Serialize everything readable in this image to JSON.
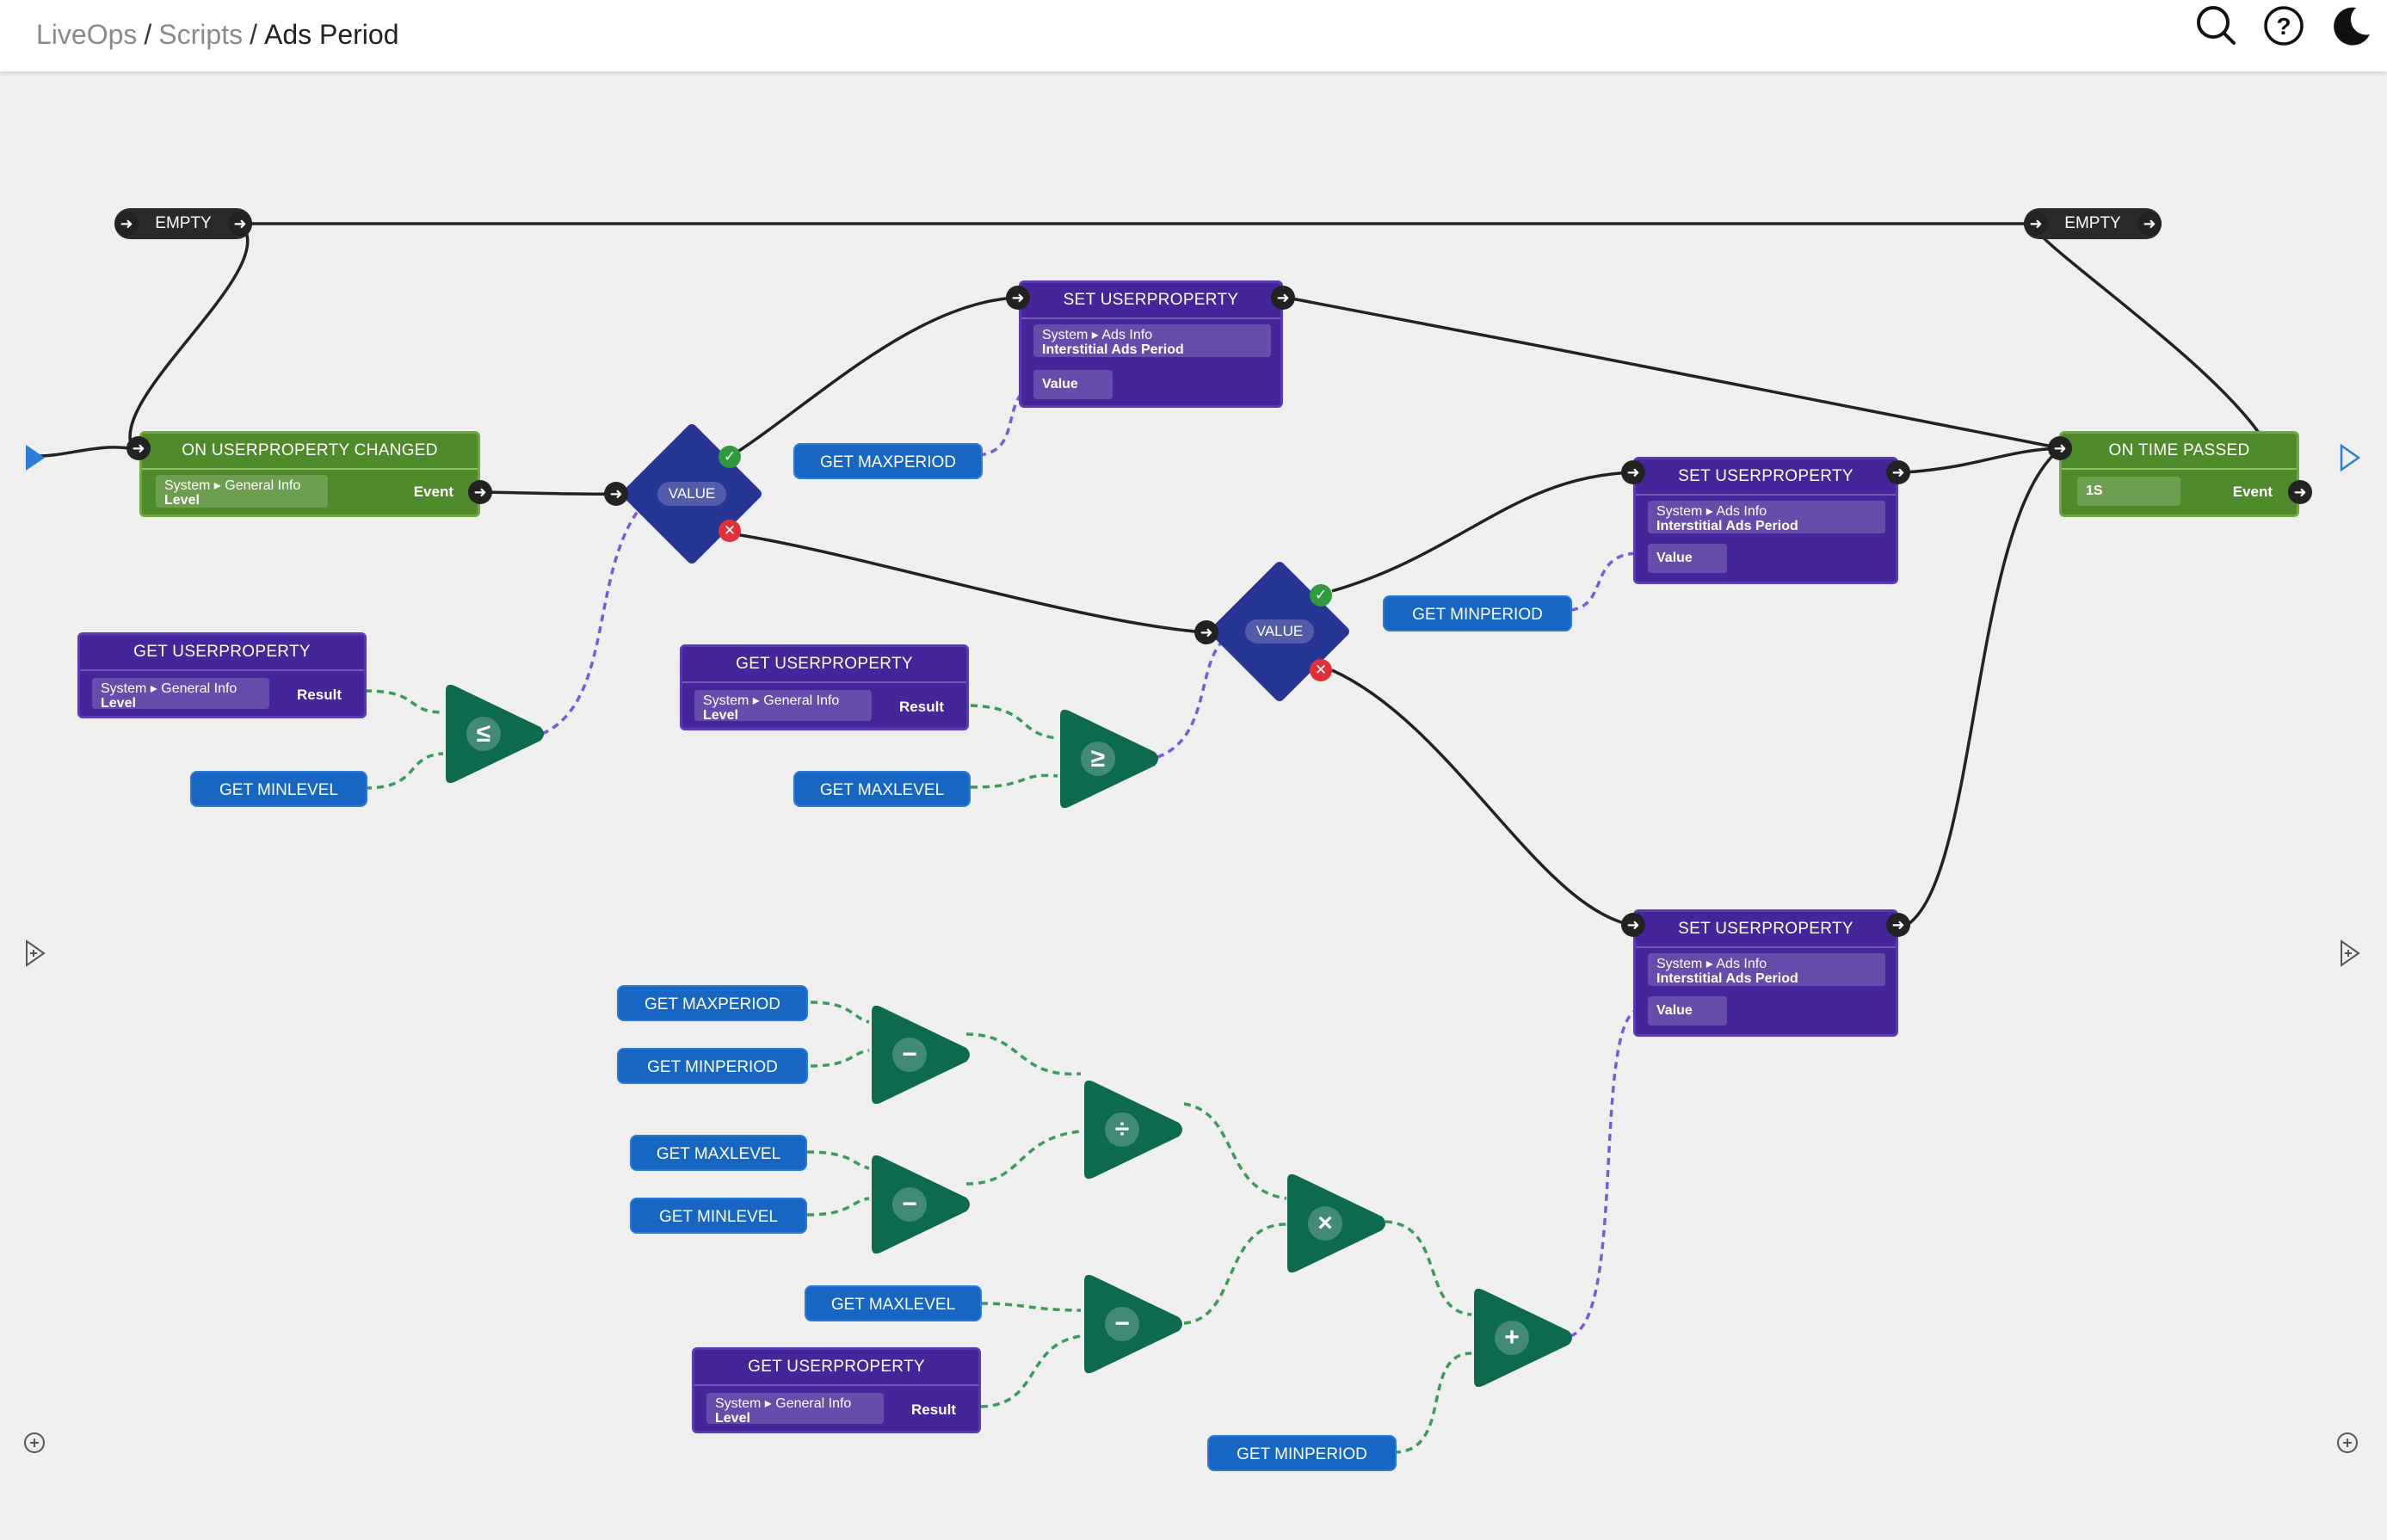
{
  "breadcrumb": {
    "root": "LiveOps",
    "section": "Scripts",
    "current": "Ads Period",
    "sep": "/"
  },
  "toolbar": {
    "icons": [
      "search-icon",
      "help-icon",
      "dark-mode-icon"
    ]
  },
  "nodes": {
    "empty_left": {
      "label": "EMPTY"
    },
    "empty_right": {
      "label": "EMPTY"
    },
    "on_userproperty_changed": {
      "title": "ON USERPROPERTY CHANGED",
      "path1": "System ▸ General Info",
      "path2": "Level",
      "port": "Event"
    },
    "value1": {
      "label": "VALUE"
    },
    "value2": {
      "label": "VALUE"
    },
    "set_userproperty_1": {
      "title": "SET USERPROPERTY",
      "path1": "System ▸ Ads Info",
      "path2": "Interstitial Ads Period",
      "value_label": "Value"
    },
    "set_userproperty_2": {
      "title": "SET USERPROPERTY",
      "path1": "System ▸ Ads Info",
      "path2": "Interstitial Ads Period",
      "value_label": "Value"
    },
    "set_userproperty_3": {
      "title": "SET USERPROPERTY",
      "path1": "System ▸ Ads Info",
      "path2": "Interstitial Ads Period",
      "value_label": "Value"
    },
    "on_time_passed": {
      "title": "ON TIME PASSED",
      "value": "1S",
      "port": "Event"
    },
    "get_userproperty_1": {
      "title": "GET USERPROPERTY",
      "path1": "System ▸ General Info",
      "path2": "Level",
      "port": "Result"
    },
    "get_userproperty_2": {
      "title": "GET USERPROPERTY",
      "path1": "System ▸ General Info",
      "path2": "Level",
      "port": "Result"
    },
    "get_userproperty_3": {
      "title": "GET USERPROPERTY",
      "path1": "System ▸ General Info",
      "path2": "Level",
      "port": "Result"
    },
    "get_maxperiod_1": {
      "label": "GET MAXPERIOD"
    },
    "get_maxperiod_2": {
      "label": "GET MAXPERIOD"
    },
    "get_minperiod_1": {
      "label": "GET MINPERIOD"
    },
    "get_minperiod_2": {
      "label": "GET MINPERIOD"
    },
    "get_minperiod_3": {
      "label": "GET MINPERIOD"
    },
    "get_minlevel_1": {
      "label": "GET MINLEVEL"
    },
    "get_minlevel_2": {
      "label": "GET MINLEVEL"
    },
    "get_maxlevel_1": {
      "label": "GET MAXLEVEL"
    },
    "get_maxlevel_2": {
      "label": "GET MAXLEVEL"
    },
    "get_maxlevel_3": {
      "label": "GET MAXLEVEL"
    }
  },
  "operators": {
    "lte": "≤",
    "gte": "≥",
    "minus": "−",
    "divide": "÷",
    "times": "×",
    "plus": "+"
  },
  "colors": {
    "event_green": "#4f8a2a",
    "action_purple": "#46259a",
    "getter_blue": "#1766c4",
    "branch_navy": "#273594",
    "operator_teal": "#0e6a4f",
    "wire_exec": "#222222",
    "wire_data_green": "#3a9a5a",
    "wire_data_purple": "#7a5ad6"
  }
}
